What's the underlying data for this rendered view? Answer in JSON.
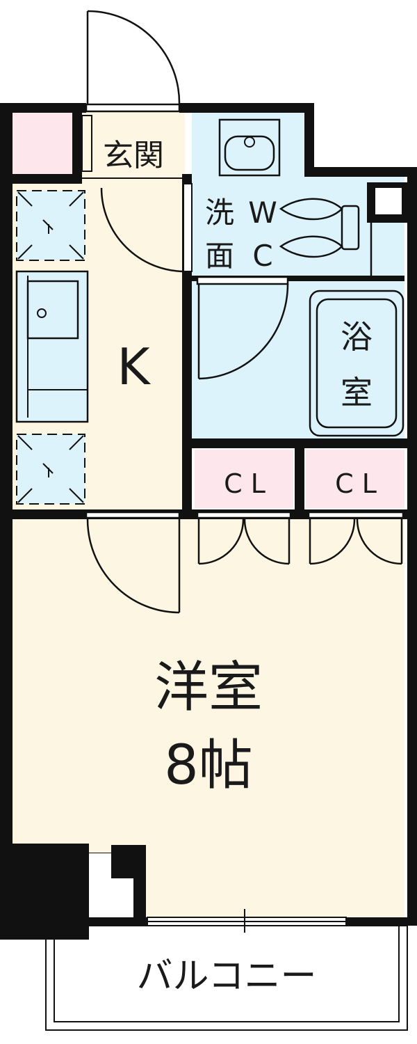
{
  "rooms": {
    "entrance": "玄関",
    "wash_left": "洗",
    "wash_left2": "面",
    "wc_top": "W",
    "wc_bottom": "C",
    "kitchen": "K",
    "bath_top": "浴",
    "bath_bottom": "室",
    "closet_1": "C L",
    "closet_2": "C L",
    "western_room": "洋室",
    "western_room_size": "8帖",
    "balcony": "バルコニー"
  },
  "colors": {
    "wall": "#111111",
    "living_floor": "#fdf6e2",
    "wet_area": "#dcf3fb",
    "closet": "#fde6ec",
    "entrance_pink": "#fde6ec"
  }
}
